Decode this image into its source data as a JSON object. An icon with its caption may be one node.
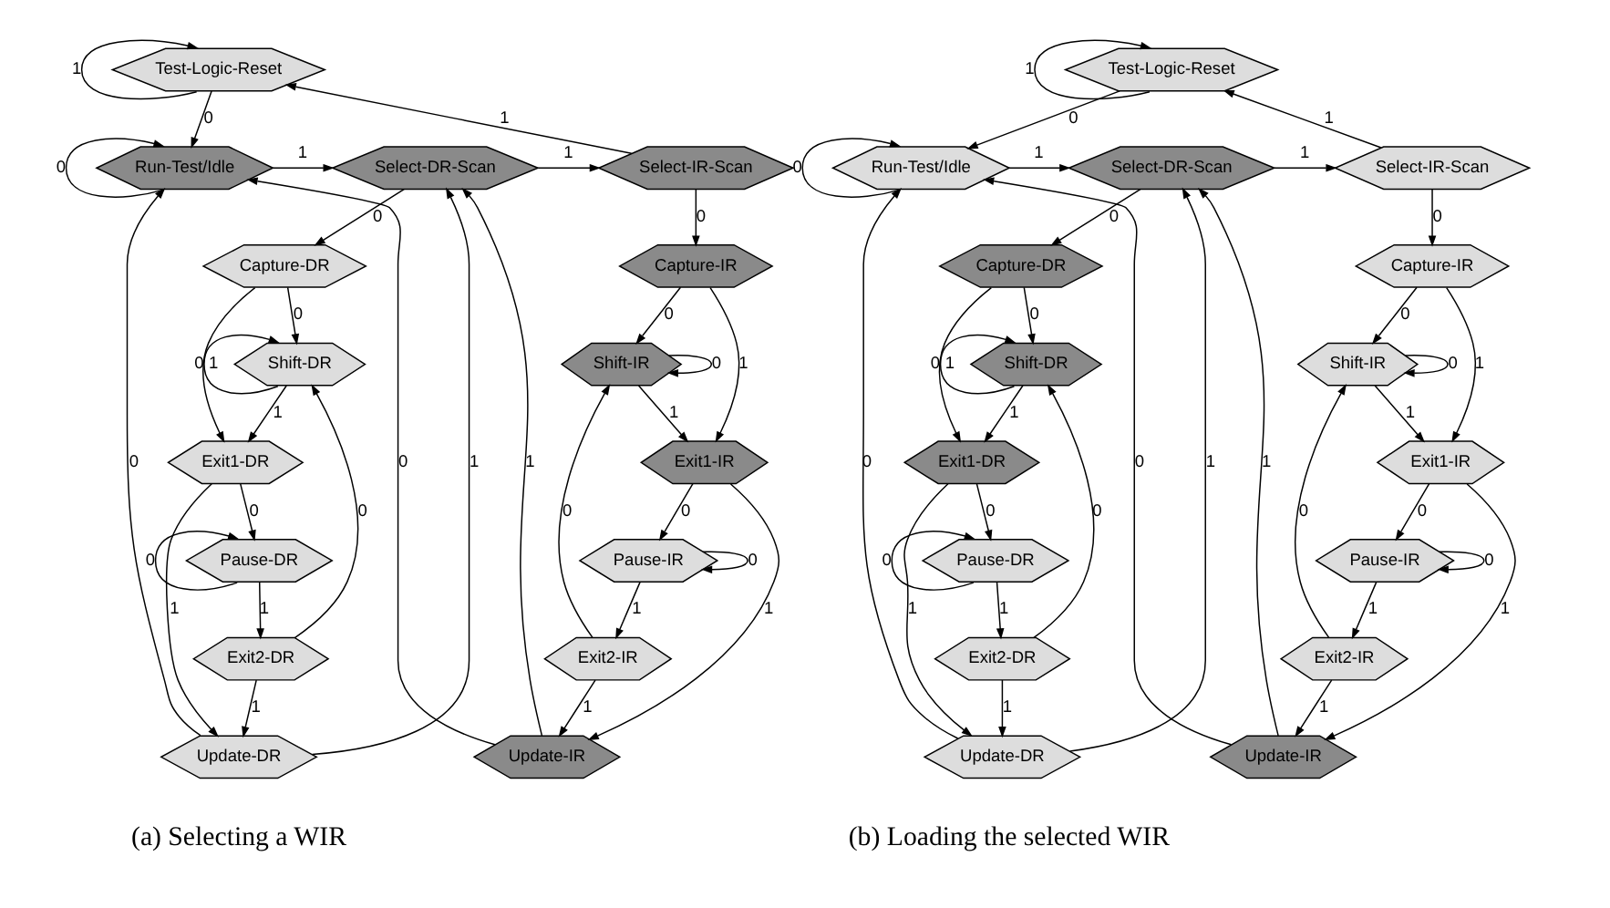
{
  "diagram": {
    "nodes": [
      {
        "text": [
          "Test-Logic-Reset"
        ]
      },
      {
        "text": [
          "Run-Test/Idle"
        ]
      },
      {
        "text": [
          "Select-DR-Scan"
        ]
      },
      {
        "text": [
          "Select-IR-Scan"
        ]
      },
      {
        "text": [
          "Capture-DR"
        ]
      },
      {
        "text": [
          "Capture-IR"
        ]
      },
      {
        "text": [
          "Shift-DR"
        ]
      },
      {
        "text": [
          "Shift-IR"
        ]
      },
      {
        "text": [
          "Exit1-DR"
        ]
      },
      {
        "text": [
          "Exit1-IR"
        ]
      },
      {
        "text": [
          "Pause-DR"
        ]
      },
      {
        "text": [
          "Pause-IR"
        ]
      },
      {
        "text": [
          "Exit2-DR"
        ]
      },
      {
        "text": [
          "Exit2-IR"
        ]
      },
      {
        "text": [
          "Update-DR"
        ]
      },
      {
        "text": [
          "Update-IR"
        ]
      },
      {
        "text": [
          "Test-Logic-Reset"
        ]
      },
      {
        "text": [
          "Run-Test/Idle"
        ]
      },
      {
        "text": [
          "Select-DR-Scan"
        ]
      },
      {
        "text": [
          "Select-IR-Scan"
        ]
      },
      {
        "text": [
          "Capture-DR"
        ]
      },
      {
        "text": [
          "Capture-IR"
        ]
      },
      {
        "text": [
          "Shift-DR"
        ]
      },
      {
        "text": [
          "Shift-IR"
        ]
      },
      {
        "text": [
          "Exit1-DR"
        ]
      },
      {
        "text": [
          "Exit1-IR"
        ]
      },
      {
        "text": [
          "Pause-DR"
        ]
      },
      {
        "text": [
          "Pause-IR"
        ]
      },
      {
        "text": [
          "Exit2-DR"
        ]
      },
      {
        "text": [
          "Exit2-IR"
        ]
      },
      {
        "text": [
          "Update-DR"
        ]
      },
      {
        "text": [
          "Update-IR"
        ]
      }
    ],
    "edges": [
      {
        "from": 0,
        "to": 0,
        "arrow": "to",
        "label": "1"
      },
      {
        "from": 0,
        "to": 1,
        "arrow": "to",
        "label": "0"
      },
      {
        "from": 1,
        "to": 1,
        "arrow": "to",
        "label": "0"
      },
      {
        "from": 1,
        "to": 2,
        "arrow": "to",
        "label": "1"
      },
      {
        "from": 2,
        "to": 3,
        "arrow": "to",
        "label": "1"
      },
      {
        "from": 3,
        "to": 0,
        "arrow": "to",
        "label": "1"
      },
      {
        "from": 2,
        "to": 4,
        "arrow": "to",
        "label": "0"
      },
      {
        "from": 3,
        "to": 5,
        "arrow": "to",
        "label": "0"
      },
      {
        "from": 4,
        "to": 6,
        "arrow": "to",
        "label": "0"
      },
      {
        "from": 4,
        "to": 8,
        "arrow": "to",
        "label": "1"
      },
      {
        "from": 5,
        "to": 7,
        "arrow": "to",
        "label": "0"
      },
      {
        "from": 5,
        "to": 9,
        "arrow": "to",
        "label": "1"
      },
      {
        "from": 6,
        "to": 6,
        "arrow": "to",
        "label": "0"
      },
      {
        "from": 6,
        "to": 8,
        "arrow": "to",
        "label": "1"
      },
      {
        "from": 7,
        "to": 7,
        "arrow": "to",
        "label": "0"
      },
      {
        "from": 7,
        "to": 9,
        "arrow": "to",
        "label": "1"
      },
      {
        "from": 8,
        "to": 10,
        "arrow": "to",
        "label": "0"
      },
      {
        "from": 8,
        "to": 14,
        "arrow": "to",
        "label": "1"
      },
      {
        "from": 9,
        "to": 11,
        "arrow": "to",
        "label": "0"
      },
      {
        "from": 9,
        "to": 15,
        "arrow": "to",
        "label": "1"
      },
      {
        "from": 10,
        "to": 10,
        "arrow": "to",
        "label": "0"
      },
      {
        "from": 10,
        "to": 12,
        "arrow": "to",
        "label": "1"
      },
      {
        "from": 11,
        "to": 11,
        "arrow": "to",
        "label": "0"
      },
      {
        "from": 11,
        "to": 13,
        "arrow": "to",
        "label": "1"
      },
      {
        "from": 12,
        "to": 6,
        "arrow": "to",
        "label": "0"
      },
      {
        "from": 12,
        "to": 14,
        "arrow": "to",
        "label": "1"
      },
      {
        "from": 13,
        "to": 7,
        "arrow": "to",
        "label": "0"
      },
      {
        "from": 13,
        "to": 15,
        "arrow": "to",
        "label": "1"
      },
      {
        "from": 14,
        "to": 2,
        "arrow": "to",
        "label": "1"
      },
      {
        "from": 14,
        "to": 1,
        "arrow": "to",
        "label": "0"
      },
      {
        "from": 15,
        "to": 2,
        "arrow": "to",
        "label": "1"
      },
      {
        "from": 15,
        "to": 1,
        "arrow": "to",
        "label": "0"
      },
      {
        "from": 16,
        "to": 16,
        "arrow": "to",
        "label": "1"
      },
      {
        "from": 16,
        "to": 17,
        "arrow": "to",
        "label": "0"
      },
      {
        "from": 17,
        "to": 17,
        "arrow": "to",
        "label": "0"
      },
      {
        "from": 17,
        "to": 18,
        "arrow": "to",
        "label": "1"
      },
      {
        "from": 18,
        "to": 19,
        "arrow": "to",
        "label": "1"
      },
      {
        "from": 19,
        "to": 16,
        "arrow": "to",
        "label": "1"
      },
      {
        "from": 18,
        "to": 20,
        "arrow": "to",
        "label": "0"
      },
      {
        "from": 19,
        "to": 21,
        "arrow": "to",
        "label": "0"
      },
      {
        "from": 20,
        "to": 22,
        "arrow": "to",
        "label": "0"
      },
      {
        "from": 20,
        "to": 24,
        "arrow": "to",
        "label": "1"
      },
      {
        "from": 21,
        "to": 23,
        "arrow": "to",
        "label": "0"
      },
      {
        "from": 21,
        "to": 25,
        "arrow": "to",
        "label": "1"
      },
      {
        "from": 22,
        "to": 22,
        "arrow": "to",
        "label": "0"
      },
      {
        "from": 22,
        "to": 24,
        "arrow": "to",
        "label": "1"
      },
      {
        "from": 23,
        "to": 23,
        "arrow": "to",
        "label": "0"
      },
      {
        "from": 23,
        "to": 25,
        "arrow": "to",
        "label": "1"
      },
      {
        "from": 24,
        "to": 26,
        "arrow": "to",
        "label": "0"
      },
      {
        "from": 24,
        "to": 30,
        "arrow": "to",
        "label": "1"
      },
      {
        "from": 25,
        "to": 27,
        "arrow": "to",
        "label": "0"
      },
      {
        "from": 25,
        "to": 31,
        "arrow": "to",
        "label": "1"
      },
      {
        "from": 26,
        "to": 26,
        "arrow": "to",
        "label": "0"
      },
      {
        "from": 26,
        "to": 28,
        "arrow": "to",
        "label": "1"
      },
      {
        "from": 27,
        "to": 27,
        "arrow": "to",
        "label": "0"
      },
      {
        "from": 27,
        "to": 29,
        "arrow": "to",
        "label": "1"
      },
      {
        "from": 28,
        "to": 22,
        "arrow": "to",
        "label": "0"
      },
      {
        "from": 28,
        "to": 30,
        "arrow": "to",
        "label": "1"
      },
      {
        "from": 29,
        "to": 23,
        "arrow": "to",
        "label": "0"
      },
      {
        "from": 29,
        "to": 31,
        "arrow": "to",
        "label": "1"
      },
      {
        "from": 30,
        "to": 18,
        "arrow": "to",
        "label": "1"
      },
      {
        "from": 30,
        "to": 17,
        "arrow": "to",
        "label": "0"
      },
      {
        "from": 31,
        "to": 18,
        "arrow": "to",
        "label": "1"
      },
      {
        "from": 31,
        "to": 17,
        "arrow": "to",
        "label": "0"
      }
    ],
    "labels": [
      "(a) Selecting a WIR",
      "(b) Loading the selected WIR"
    ]
  }
}
